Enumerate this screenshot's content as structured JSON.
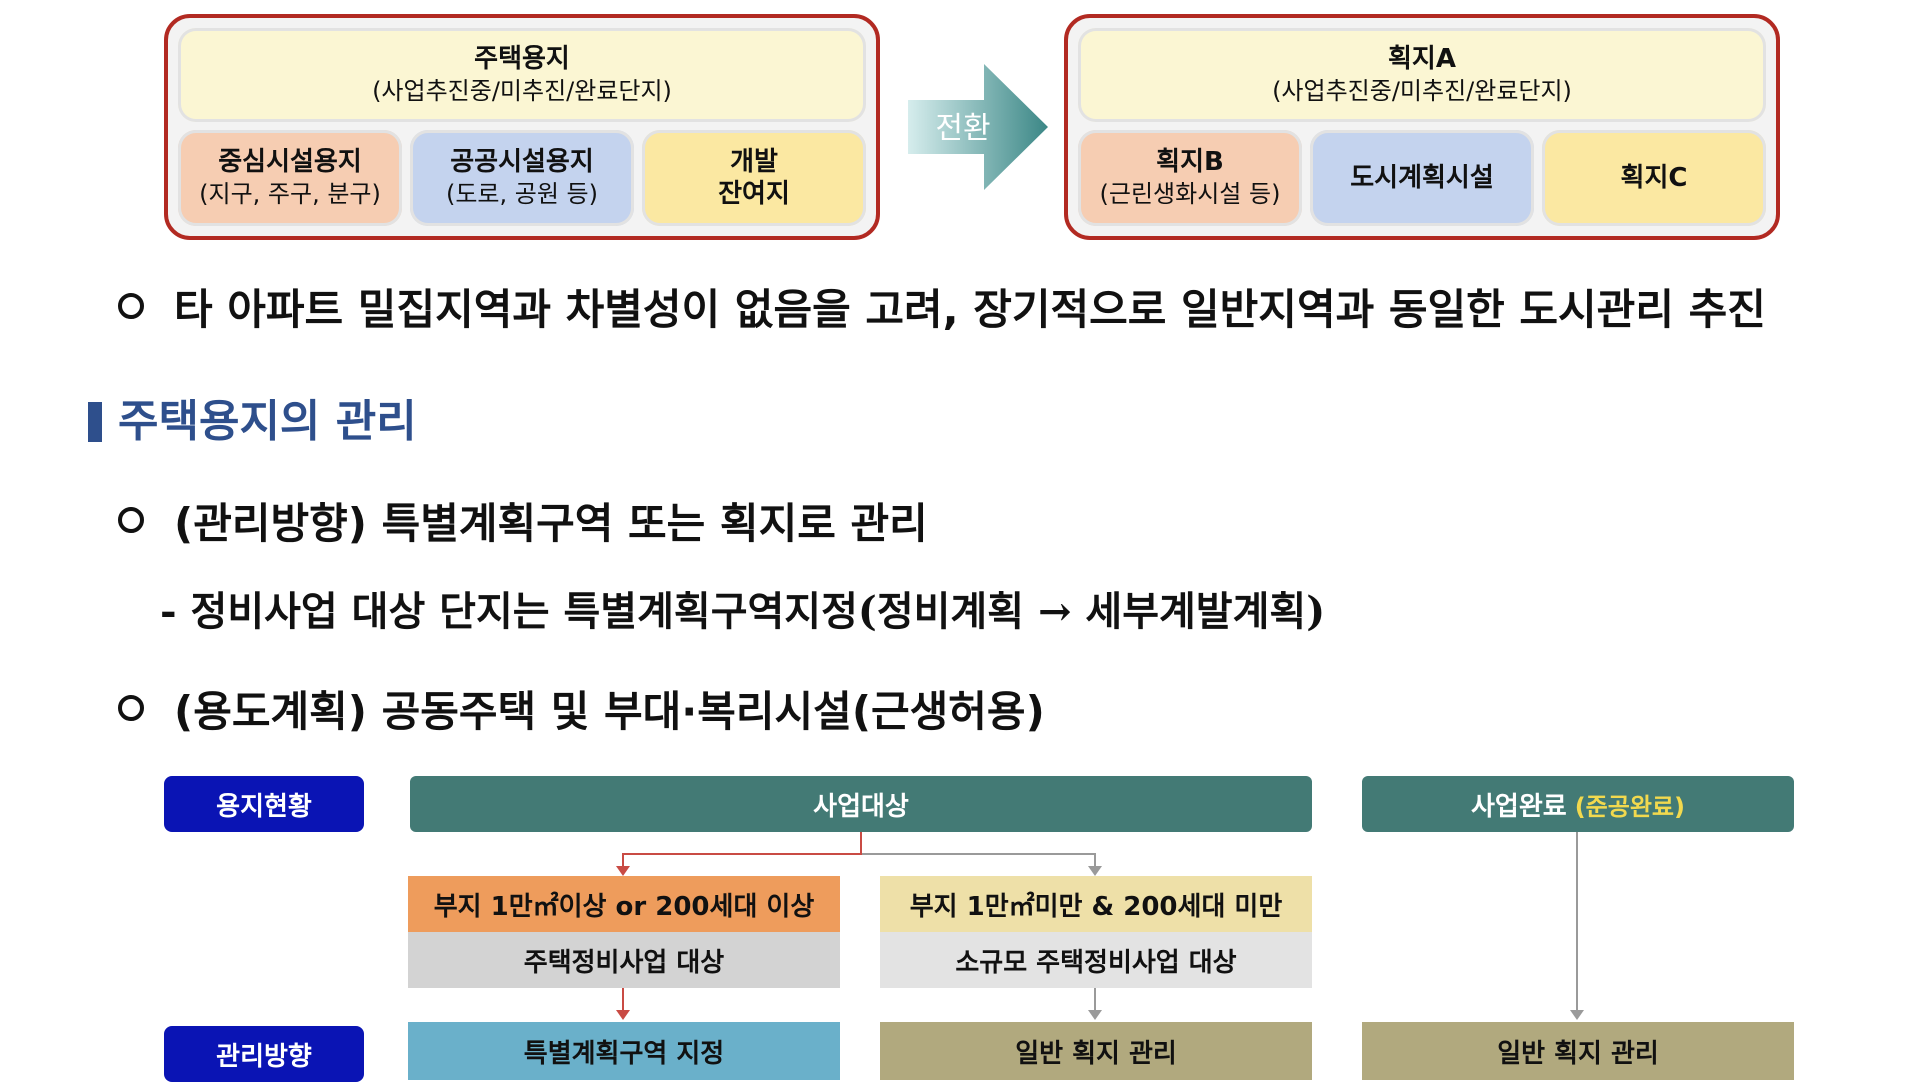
{
  "left_diagram": {
    "top": {
      "title": "주택용지",
      "sub": "(사업추진중/미추진/완료단지)"
    },
    "cells": [
      {
        "title": "중심시설용지",
        "sub": "(지구, 주구, 분구)"
      },
      {
        "title": "공공시설용지",
        "sub": "(도로, 공원 등)"
      },
      {
        "title": "개발",
        "sub": "잔여지"
      }
    ]
  },
  "arrow_label": "전환",
  "right_diagram": {
    "top": {
      "title": "획지A",
      "sub": "(사업추진중/미추진/완료단지)"
    },
    "cells": [
      {
        "title": "획지B",
        "sub": "(근린생화시설 등)"
      },
      {
        "title": "도시계획시설"
      },
      {
        "title": "획지C"
      }
    ]
  },
  "bullet1": "타 아파트 밀집지역과 차별성이 없음을 고려, 장기적으로 일반지역과 동일한 도시관리 추진",
  "section_title": "주택용지의 관리",
  "bullet2": "(관리방향) 특별계획구역 또는 획지로 관리",
  "dash_line": {
    "text": "- 정비사업 대상 단지는 특별계획구역지정",
    "paren": "(정비계획 → 세부계발계획)"
  },
  "bullet3": "(용도계획) 공동주택 및 부대·복리시설(근생허용)",
  "flow": {
    "label_status": "용지현황",
    "label_direction": "관리방향",
    "head_target": "사업대상",
    "head_done": "사업완료",
    "head_done_tag": "(준공완료)",
    "left_cond": "부지 1만㎡이상 or 200세대 이상",
    "left_type": "주택정비사업 대상",
    "left_result": "특별계획구역 지정",
    "mid_cond": "부지 1만㎡미만 & 200세대 미만",
    "mid_type": "소규모 주택정비사업 대상",
    "mid_result": "일반 획지 관리",
    "right_result": "일반 획지 관리"
  }
}
